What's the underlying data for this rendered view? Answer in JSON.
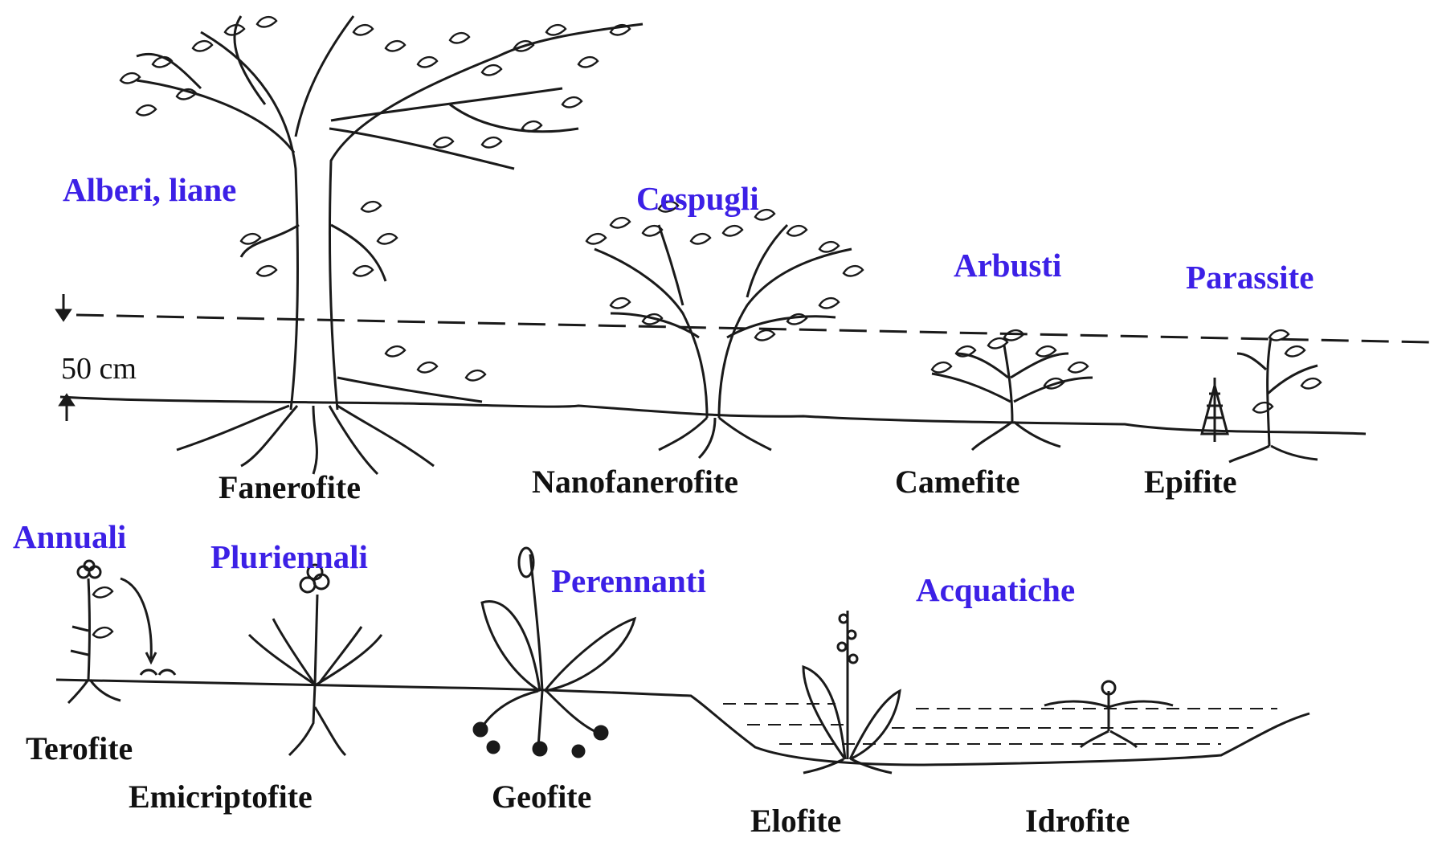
{
  "categories": {
    "alberi": "Alberi, liane",
    "cespugli": "Cespugli",
    "arbusti": "Arbusti",
    "parassite": "Parassite",
    "annuali": "Annuali",
    "pluriennali": "Pluriennali",
    "perennanti": "Perennanti",
    "acquatiche": "Acquatiche"
  },
  "life_forms": {
    "fanerofite": "Fanerofite",
    "nanofanerofite": "Nanofanerofite",
    "camefite": "Camefite",
    "epifite": "Epifite",
    "terofite": "Terofite",
    "emicriptofite": "Emicriptofite",
    "geofite": "Geofite",
    "elofite": "Elofite",
    "idrofite": "Idrofite"
  },
  "scale": {
    "height_marker": "50 cm"
  },
  "colors": {
    "category_text": "#3c20e6",
    "form_text": "#111111",
    "drawing": "#1a1a1a"
  }
}
